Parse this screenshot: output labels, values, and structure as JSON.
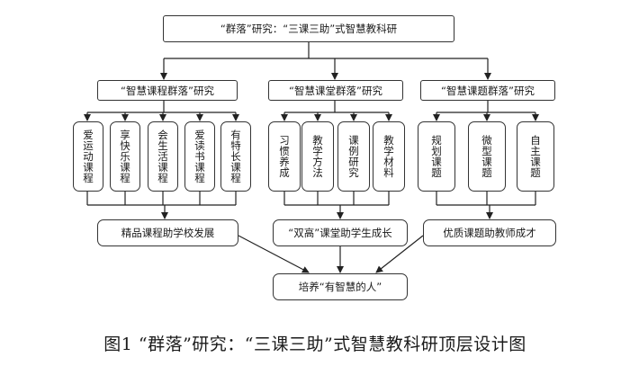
{
  "top": "“群落”研究：“三课三助”式智慧教科研",
  "groups": [
    {
      "title": "“智慧课程群落”研究",
      "items": [
        "爱运动课程",
        "享快乐课程",
        "会生活课程",
        "爱读书课程",
        "有特长课程"
      ],
      "outcome": "精品课程助学校发展"
    },
    {
      "title": "“智慧课堂群落”研究",
      "items": [
        "习惯养成",
        "教学方法",
        "课例研究",
        "教学材料"
      ],
      "outcome": "“双高”课堂助学生成长"
    },
    {
      "title": "“智慧课题群落”研究",
      "items": [
        "规划课题",
        "微型课题",
        "自主课题"
      ],
      "outcome": "优质课题助教师成才"
    }
  ],
  "goal": "培养“有智慧的人”",
  "caption": "图1 “群落”研究：“三课三助”式智慧教科研顶层设计图"
}
